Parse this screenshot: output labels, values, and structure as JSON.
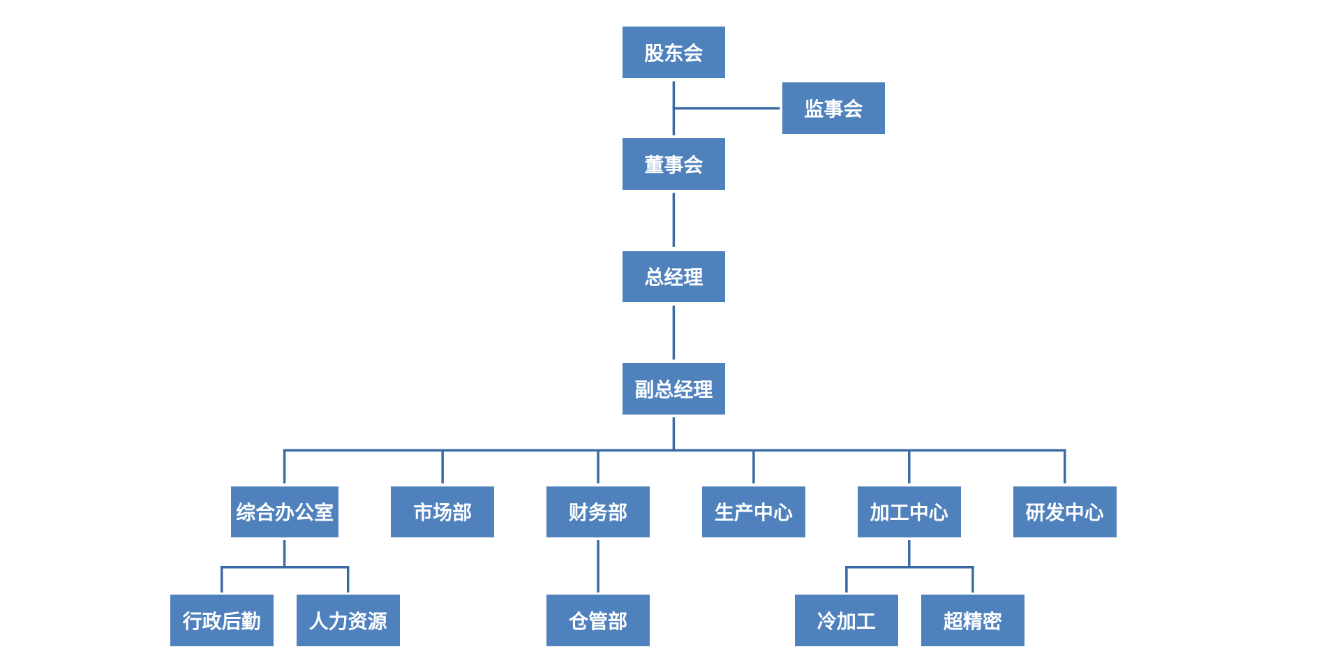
{
  "colors": {
    "box_fill": "#4f81bd",
    "box_text": "#ffffff",
    "connector": "#3a6aa5"
  },
  "org_chart": {
    "shareholders": "股东会",
    "supervisors": "监事会",
    "board": "董事会",
    "general_manager": "总经理",
    "deputy_general_manager": "副总经理",
    "departments": {
      "general_office": "综合办公室",
      "marketing": "市场部",
      "finance": "财务部",
      "production_center": "生产中心",
      "processing_center": "加工中心",
      "rnd_center": "研发中心"
    },
    "sub_departments": {
      "admin_logistics": "行政后勤",
      "human_resources": "人力资源",
      "warehouse": "仓管部",
      "cold_processing": "冷加工",
      "ultra_precision": "超精密"
    }
  }
}
